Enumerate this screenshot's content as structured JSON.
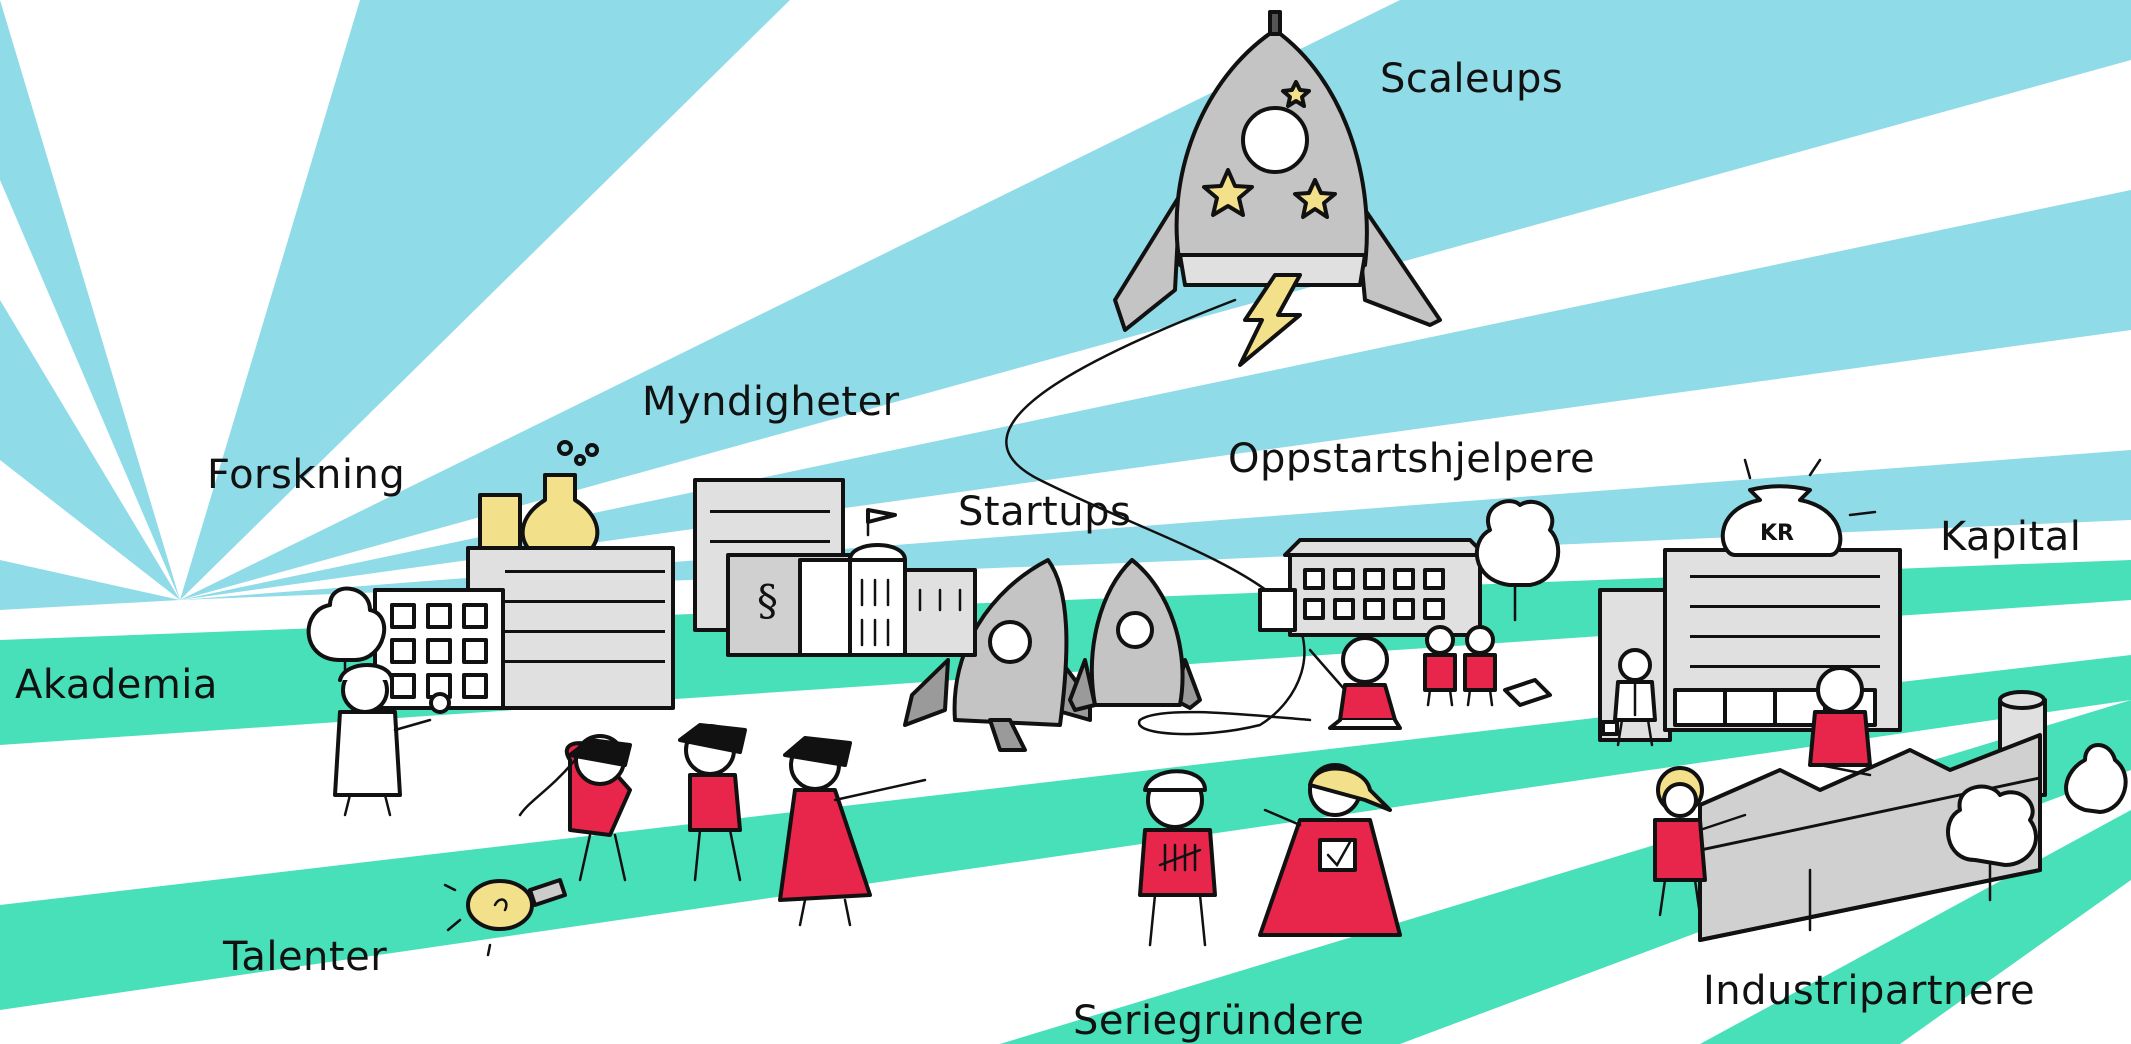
{
  "labels": {
    "scaleups": "Scaleups",
    "myndigheter": "Myndigheter",
    "forskning": "Forskning",
    "oppstartshjelpere": "Oppstartshjelpere",
    "startups": "Startups",
    "kapital": "Kapital",
    "akademia": "Akademia",
    "talenter": "Talenter",
    "seriegrundere": "Seriegründere",
    "industripartnere": "Industripartnere"
  },
  "symbols": {
    "paragraph": "§",
    "money_bag": "KR"
  },
  "colors": {
    "sky_ray": "#8fdbe8",
    "ground_stripe": "#47e0b8",
    "figure_red": "#e8254a",
    "rocket_grey": "#c4c4c4",
    "building_grey": "#d9d9d9",
    "flask_yellow": "#f3e08a",
    "ink": "#111111"
  },
  "icons": [
    "rocket-icon",
    "flask-icon",
    "building-icon",
    "tree-icon",
    "light-bulb-icon",
    "money-bag-icon",
    "lightning-icon",
    "star-icon",
    "factory-icon",
    "flag-icon"
  ]
}
